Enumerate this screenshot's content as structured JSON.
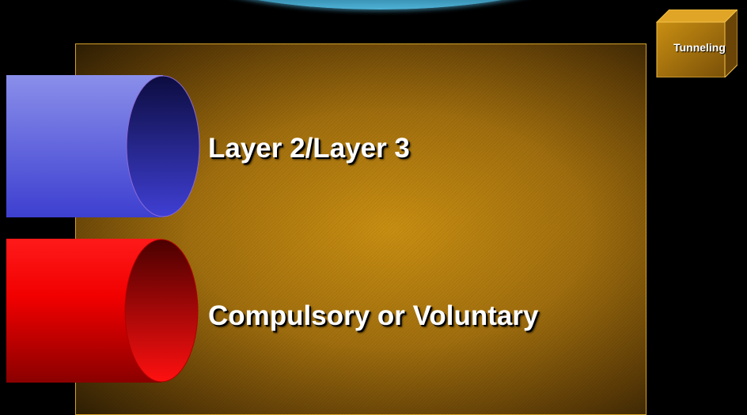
{
  "slide": {
    "tab_label": "Tunneling",
    "bullets": [
      {
        "text": "Layer 2/Layer 3",
        "tube_color": "#5b5fd8"
      },
      {
        "text": "Compulsory or Voluntary",
        "tube_color": "#ff0000"
      }
    ]
  },
  "colors": {
    "background": "#000000",
    "panel": "#b07a10",
    "panel_border": "#d4a229",
    "tab_box": "#b07a10"
  }
}
